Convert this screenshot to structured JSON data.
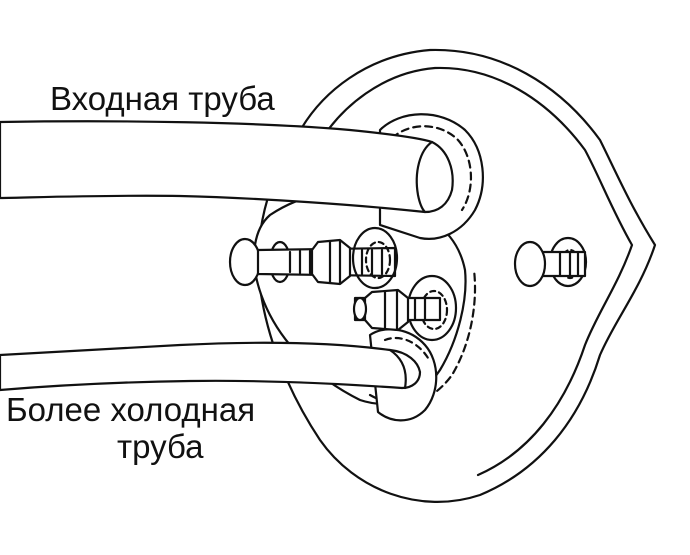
{
  "labels": {
    "inlet_pipe": "Входная труба",
    "cooler_pipe_line1": "Более холодная",
    "cooler_pipe_line2": "труба"
  },
  "colors": {
    "line": "#111111",
    "background": "#ffffff"
  }
}
